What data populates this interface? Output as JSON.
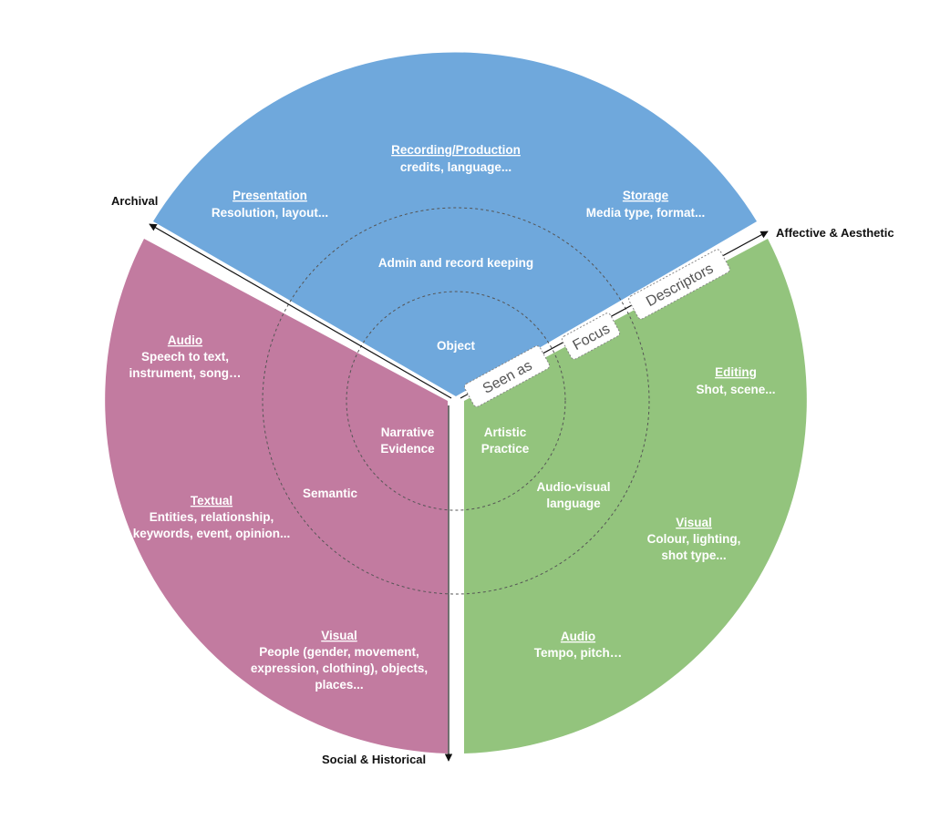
{
  "colors": {
    "object": "#6fa8dc",
    "semantic": "#c27ba0",
    "artistic": "#93c47d",
    "axis": "#111111"
  },
  "axes": {
    "archival": "Archival",
    "affective": "Affective &  Aesthetic",
    "social": "Social & Historical"
  },
  "tags": {
    "seen_as": "Seen as",
    "focus": "Focus",
    "descriptors": "Descriptors"
  },
  "blue": {
    "recording_title": "Recording/Production",
    "recording_body": "credits, language...",
    "presentation_title": "Presentation",
    "presentation_body": "Resolution, layout...",
    "storage_title": "Storage",
    "storage_body": "Media type, format...",
    "focus_label": "Admin and record keeping",
    "seen_label": "Object"
  },
  "pink": {
    "audio_title": "Audio",
    "audio_line1": "Speech to text,",
    "audio_line2": "instrument, song…",
    "textual_title": "Textual",
    "textual_line1": "Entities, relationship,",
    "textual_line2": "keywords, event, opinion...",
    "visual_title": "Visual",
    "visual_line1": "People (gender, movement,",
    "visual_line2": "expression, clothing), objects,",
    "visual_line3": "places...",
    "focus_label": "Semantic",
    "seen_line1": "Narrative",
    "seen_line2": "Evidence"
  },
  "green": {
    "editing_title": "Editing",
    "editing_body": "Shot, scene...",
    "visual_title": "Visual",
    "visual_line1": "Colour, lighting,",
    "visual_line2": "shot type...",
    "audio_title": "Audio",
    "audio_body": "Tempo, pitch…",
    "focus_line1": "Audio-visual",
    "focus_line2": "language",
    "seen_line1": "Artistic",
    "seen_line2": "Practice"
  }
}
